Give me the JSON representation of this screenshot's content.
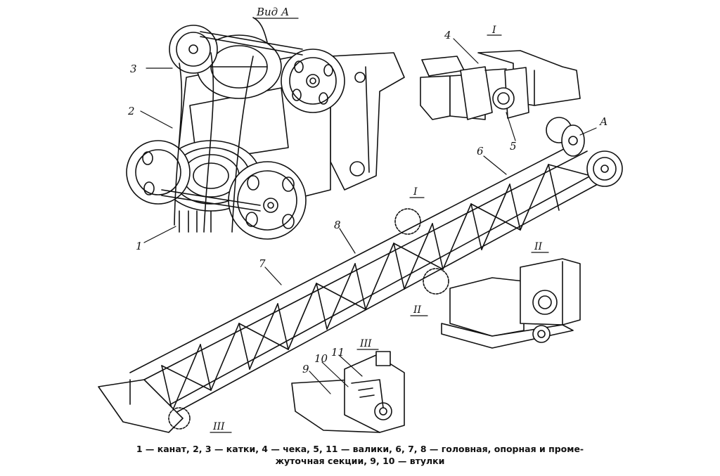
{
  "labels": {
    "view_a_title": "Вид А",
    "view_a_marker": "А",
    "n1": "1",
    "n2": "2",
    "n3": "3",
    "n4": "4",
    "n5": "5",
    "n6": "6",
    "n7": "7",
    "n8": "8",
    "n9": "9",
    "n10": "10",
    "n11": "11",
    "detail_I": "I",
    "detail_I_top": "I",
    "detail_II": "II",
    "detail_II_inset": "II",
    "detail_III": "III",
    "detail_III_inset": "III"
  },
  "caption": {
    "line1": "1 — канат, 2, 3 — катки, 4 — чека, 5, 11 — валики, 6, 7, 8 — головная, опорная и проме-",
    "line2": "жуточная секции, 9, 10 — втулки"
  }
}
